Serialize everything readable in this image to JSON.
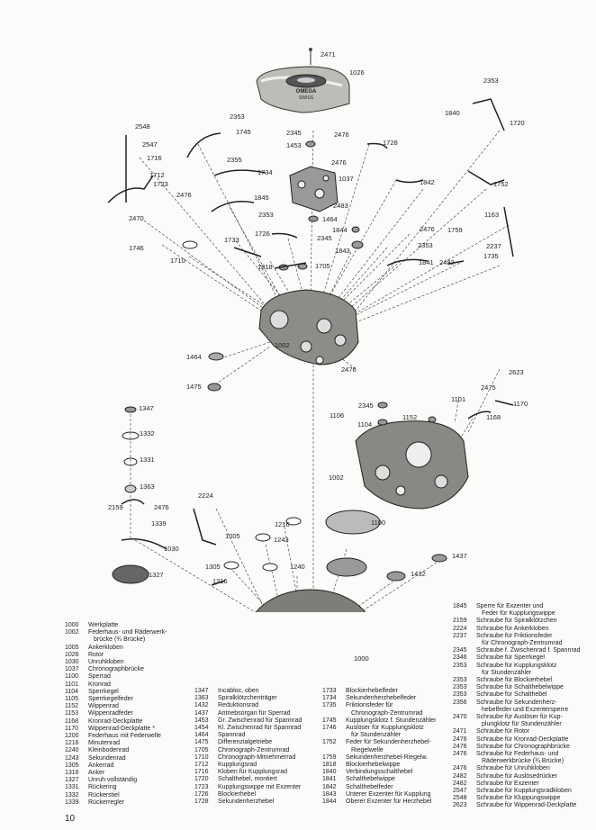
{
  "page_number": "10",
  "part_labels": {
    "p2471": "2471",
    "p1026": "1026",
    "p2353a": "2353",
    "p1840": "1840",
    "p1720": "1720",
    "p2548": "2548",
    "p2353b": "2353",
    "p1745": "1745",
    "p2345a": "2345",
    "p2476a": "2476",
    "p1728": "1728",
    "p2547": "2547",
    "p1453": "1453",
    "p1716": "1716",
    "p2355": "2355",
    "p2476b": "2476",
    "p1712": "1712",
    "p1723": "1723",
    "p1734": "1734",
    "p1037": "1037",
    "p1842": "1842",
    "p1752": "1752",
    "p2476c": "2476",
    "p1845": "1845",
    "p2483": "2483",
    "p2470": "2470",
    "p2353c": "2353",
    "p1464": "1464",
    "p1163": "1163",
    "p1726": "1726",
    "p1844": "1844",
    "p2476d": "2476",
    "p1759": "1759",
    "p1746": "1746",
    "p1733": "1733",
    "p2345b": "2345",
    "p2353d": "2353",
    "p2237": "2237",
    "p1843": "1843",
    "p1735": "1735",
    "p1710": "1710",
    "p1818": "1818",
    "p1705": "1705",
    "p1841": "1841",
    "p2482": "2482",
    "p1002a": "1002",
    "p1464b": "1464",
    "p2476e": "2476",
    "p2623": "2623",
    "p1475": "1475",
    "p2475": "2475",
    "p1347": "1347",
    "p2345c": "2345",
    "p1101": "1101",
    "p1170": "1170",
    "p1106": "1106",
    "p1152": "1152",
    "p1168": "1168",
    "p1104": "1104",
    "p1332": "1332",
    "p1331": "1331",
    "p1002b": "1002",
    "p1363": "1363",
    "p2224": "2224",
    "p2159": "2159",
    "p2476f": "2476",
    "p1339": "1339",
    "p1216": "1216",
    "p1100": "1100",
    "p1005": "1005",
    "p1243": "1243",
    "p1030": "1030",
    "p1437": "1437",
    "p1327": "1327",
    "p1305": "1305",
    "p1240": "1240",
    "p1432": "1432",
    "p1316": "1316",
    "p1000": "1000"
  },
  "logo_text": {
    "brand": "OMEGA",
    "swiss": "SWISS"
  },
  "legend_col1": [
    [
      "1000",
      "Werkplatte"
    ],
    [
      "1002",
      "Federhaus- und Räderwerk-"
    ],
    [
      "",
      "brücke (¾ Brücke)"
    ],
    [
      "1005",
      "Ankerkloben"
    ],
    [
      "1026",
      "Rotor"
    ],
    [
      "1030",
      "Unruhkloben"
    ],
    [
      "1037",
      "Chronographbrücke"
    ],
    [
      "1100",
      "Sperrad"
    ],
    [
      "1101",
      "Kronrad"
    ],
    [
      "1104",
      "Sperrkegel"
    ],
    [
      "1105",
      "Sperrkegelfeder"
    ],
    [
      "1152",
      "Wippenrad"
    ],
    [
      "1153",
      "Wippenradfeder"
    ],
    [
      "1168",
      "Kronrad-Deckplatte"
    ],
    [
      "1170",
      "Wippenrad-Deckplatte *"
    ],
    [
      "1200",
      "Federhaus mit Federwelle"
    ],
    [
      "1216",
      "Minutenrad"
    ],
    [
      "1240",
      "Kleinbodenrad"
    ],
    [
      "1243",
      "Sekundenrad"
    ],
    [
      "1305",
      "Ankerrad"
    ],
    [
      "1316",
      "Anker"
    ],
    [
      "1327",
      "Unruh vollständig"
    ],
    [
      "1331",
      "Rückering"
    ],
    [
      "1332",
      "Rückerstiel"
    ],
    [
      "1339",
      "Rückerregler"
    ]
  ],
  "legend_col2": [
    [
      "1347",
      "Incabloc, oben"
    ],
    [
      "1363",
      "Spiralklötzchenträger"
    ],
    [
      "1432",
      "Reduktionsrad"
    ],
    [
      "1437",
      "Antriebsorgan für Sperrad"
    ],
    [
      "1453",
      "Gr. Zwischenrad für Spannrad"
    ],
    [
      "1454",
      "Kl. Zwischenrad für Spannrad"
    ],
    [
      "1464",
      "Spannrad"
    ],
    [
      "1475",
      "Differenzialgetriebe"
    ],
    [
      "1705",
      "Chronograph-Zentrumrad"
    ],
    [
      "1710",
      "Chronograph-Mitnehmerrad"
    ],
    [
      "1712",
      "Kupplungsrad"
    ],
    [
      "1716",
      "Kloben für Kupplungsrad"
    ],
    [
      "1720",
      "Schalthebel, montiert"
    ],
    [
      "1723",
      "Kupplungswippe mit Exzenter"
    ],
    [
      "1726",
      "Blockierhebel"
    ],
    [
      "1728",
      "Sekundenherzhebel"
    ]
  ],
  "legend_col3": [
    [
      "1733",
      "Blockierhebelfeder"
    ],
    [
      "1734",
      "Sekundenherzhebelfeder"
    ],
    [
      "1735",
      "Friktionsfeder für"
    ],
    [
      "",
      "Chronograph-Zentrumrad"
    ],
    [
      "1745",
      "Kupplungsklotz f. Stundenzähler"
    ],
    [
      "1746",
      "Auslöser für Kupplungsklotz"
    ],
    [
      "",
      "für Stundenzähler"
    ],
    [
      "1752",
      "Feder für Sekundenherzhebel-"
    ],
    [
      "",
      "Riegelwelle"
    ],
    [
      "1759",
      "Sekundenherzhebel-Riegelw."
    ],
    [
      "1818",
      "Blockierhebelwippe"
    ],
    [
      "1840",
      "Verbindungsschalthebel"
    ],
    [
      "1841",
      "Schalthebelwippe"
    ],
    [
      "1842",
      "Schalthebelfeder"
    ],
    [
      "1843",
      "Unterer Exzenter für Kupplung"
    ],
    [
      "1844",
      "Oberer Exzenter für Herzhebel"
    ]
  ],
  "legend_col4": [
    [
      "1845",
      "Sperre für Exzenter und"
    ],
    [
      "",
      "Feder für Kupplungswippe"
    ],
    [
      "2159",
      "Schraube für Spiralklötzchen"
    ],
    [
      "2224",
      "Schraube für Ankerkloben"
    ],
    [
      "2237",
      "Schraube für Friktionsfeder"
    ],
    [
      "",
      "für Chronograph-Zentrumrad"
    ],
    [
      "2345",
      "Schraube f. Zwischenrad f. Spannrad"
    ],
    [
      "2346",
      "Schraube für Sperrkegel"
    ],
    [
      "2353",
      "Schraube für Kupplungsklotz"
    ],
    [
      "",
      "für Stundenzähler"
    ],
    [
      "2353",
      "Schraube für Blockierhebel"
    ],
    [
      "2353",
      "Schraube für Schalthebelwippe"
    ],
    [
      "2353",
      "Schraube für Schalthebel"
    ],
    [
      "2356",
      "Schraube für Sekundenherz-"
    ],
    [
      "",
      "hebelfeder und Exzentersperre"
    ],
    [
      "2470",
      "Schraube für Auslöser für Kup-"
    ],
    [
      "",
      "plungklotz für Stundenzähler"
    ],
    [
      "2471",
      "Schraube für Rotor"
    ],
    [
      "2476",
      "Schraube für Kronrad-Deckplatte"
    ],
    [
      "2476",
      "Schraube für Chronographbrücke"
    ],
    [
      "2476",
      "Schraube für Federhaus- und"
    ],
    [
      "",
      "Räderwerkbrücke (¾ Brücke)"
    ],
    [
      "2476",
      "Schraube für Unruhkloben"
    ],
    [
      "2482",
      "Schraube für Auslösedrücker"
    ],
    [
      "2482",
      "Schraube für Exzenter"
    ],
    [
      "2547",
      "Schraube für Kupplungsradkloben"
    ],
    [
      "2548",
      "Schraube für Kluppungswippe"
    ],
    [
      "2623",
      "Schraube für Wippenrad-Deckplatte"
    ]
  ]
}
